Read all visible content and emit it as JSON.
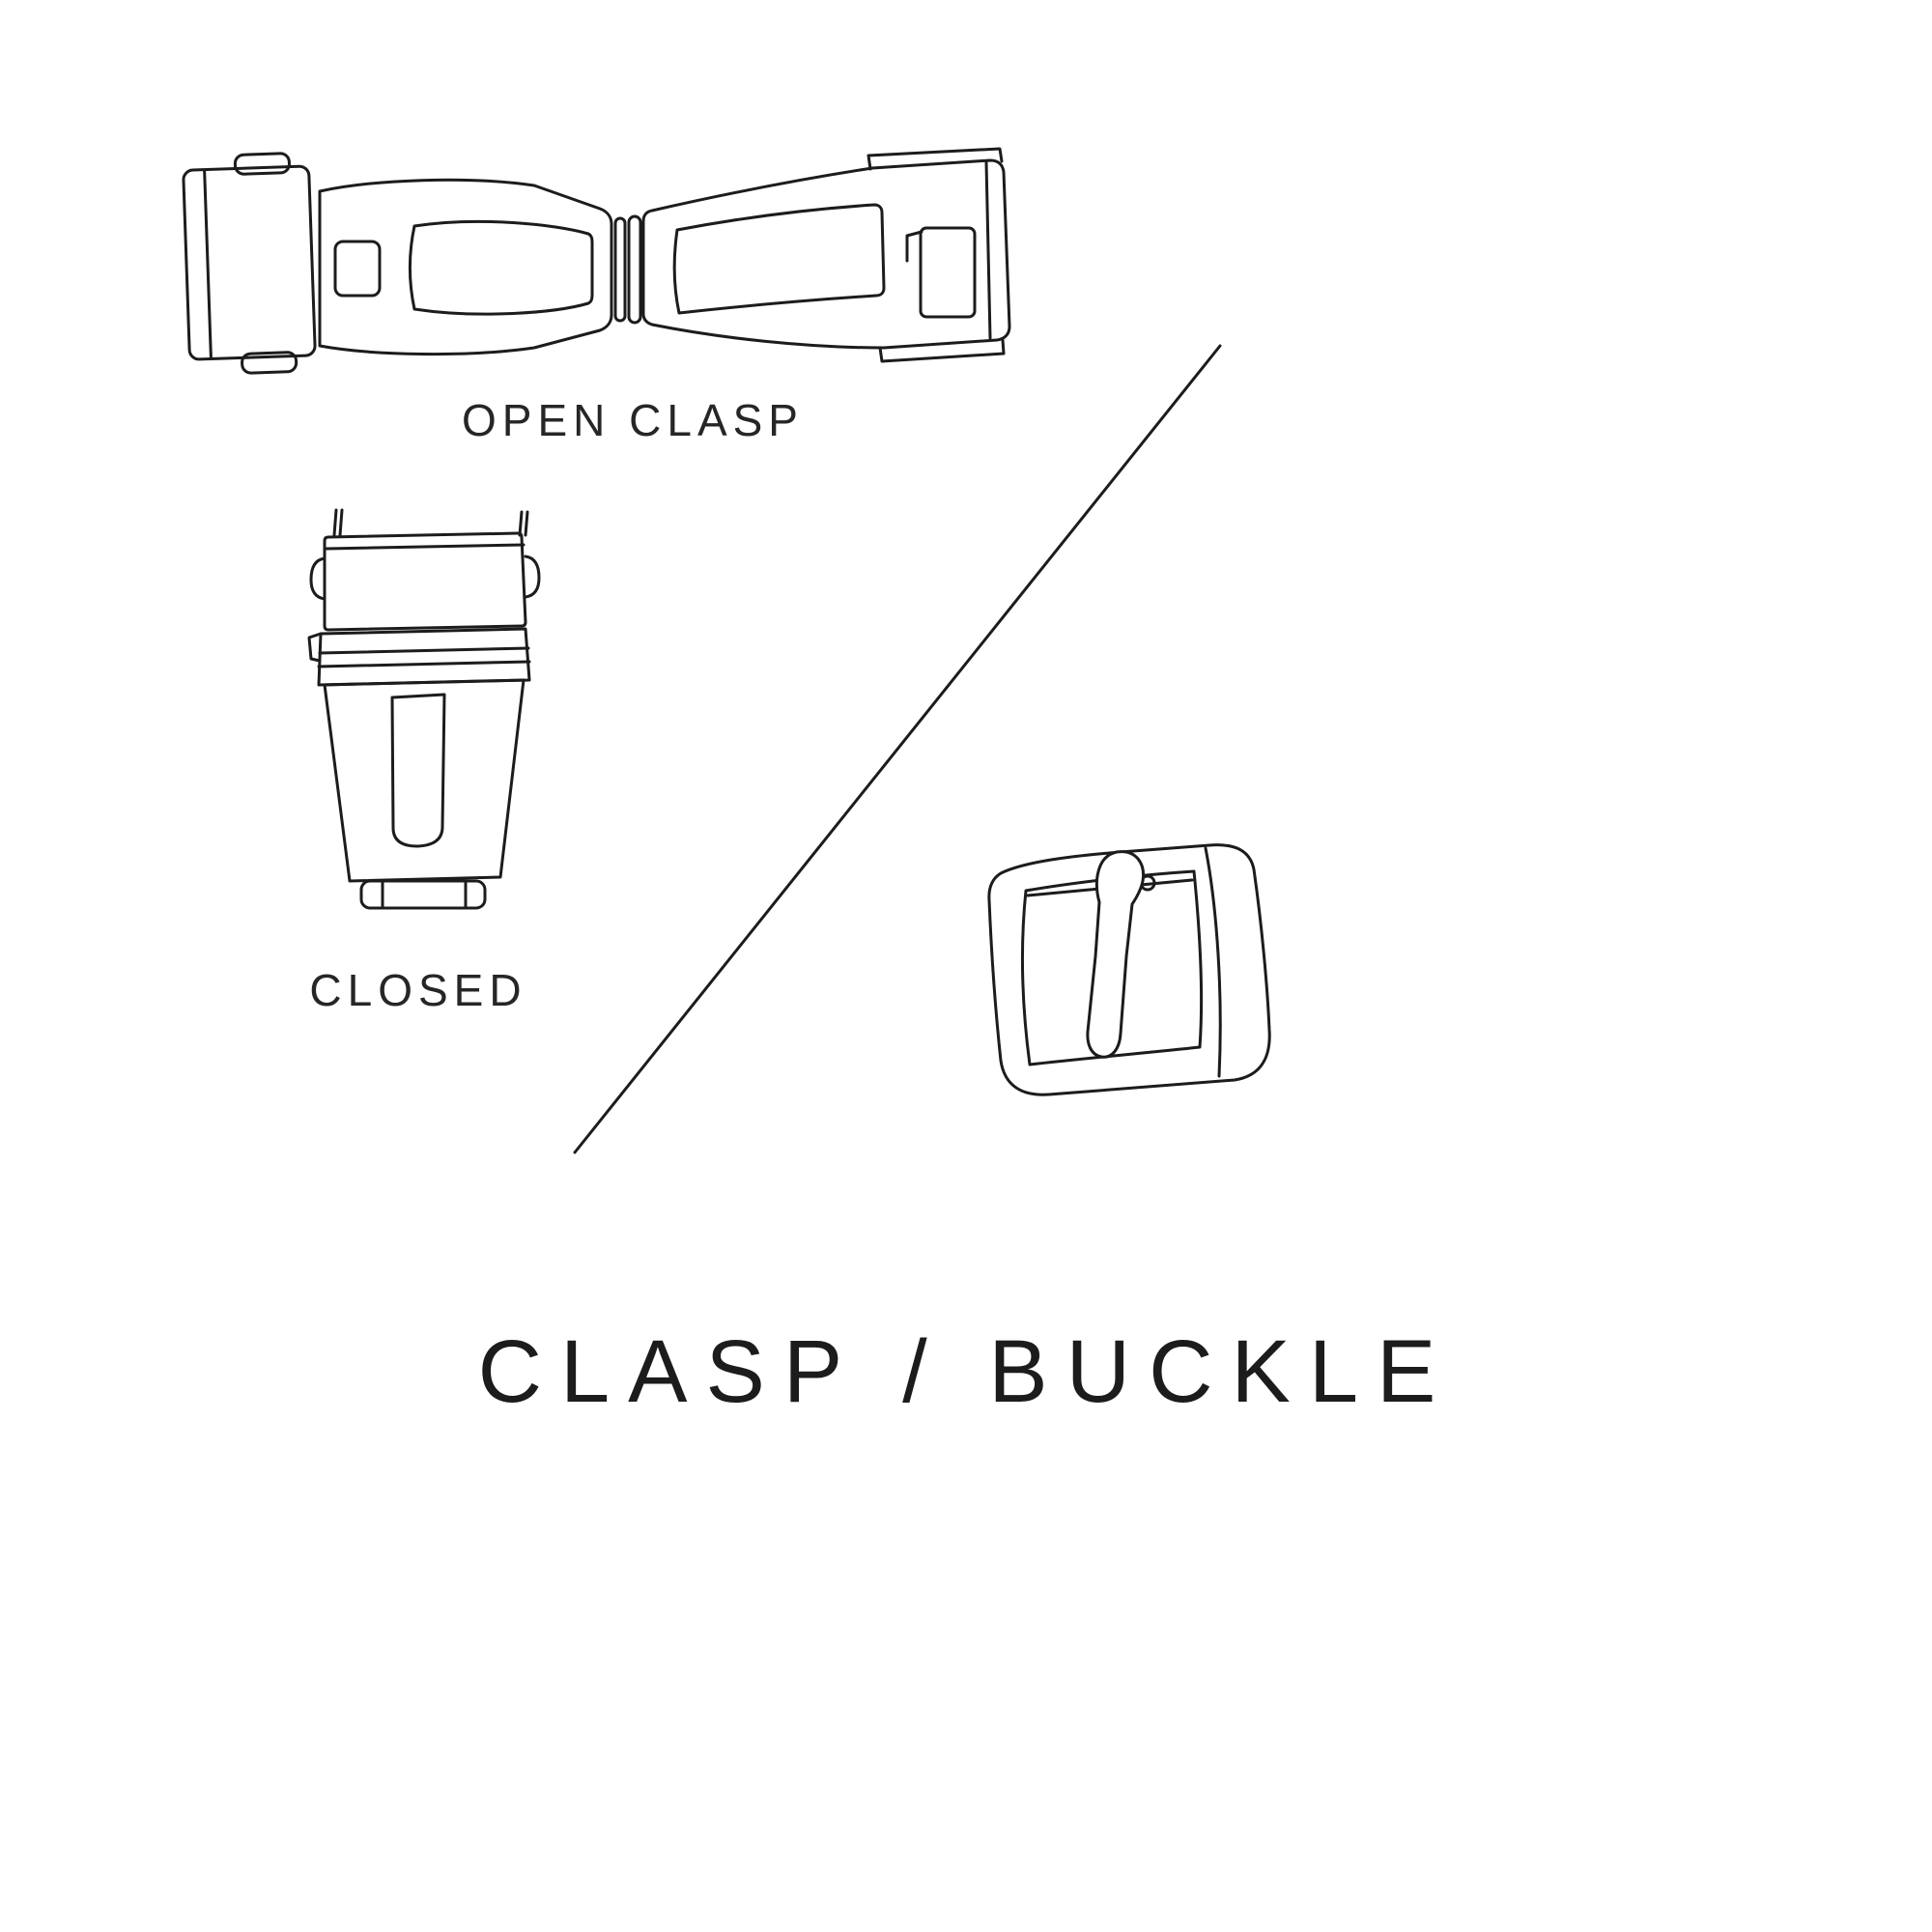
{
  "page": {
    "background_color": "#ffffff",
    "ink_color": "#1c1c1c"
  },
  "labels": {
    "open_clasp": "OPEN CLASP",
    "closed": "CLOSED"
  },
  "title": "CLASP / BUCKLE",
  "illustrations": [
    {
      "name": "open-clasp-illustration",
      "caption": "OPEN CLASP"
    },
    {
      "name": "closed-clasp-illustration",
      "caption": "CLOSED"
    },
    {
      "name": "tang-buckle-illustration",
      "caption": ""
    }
  ]
}
